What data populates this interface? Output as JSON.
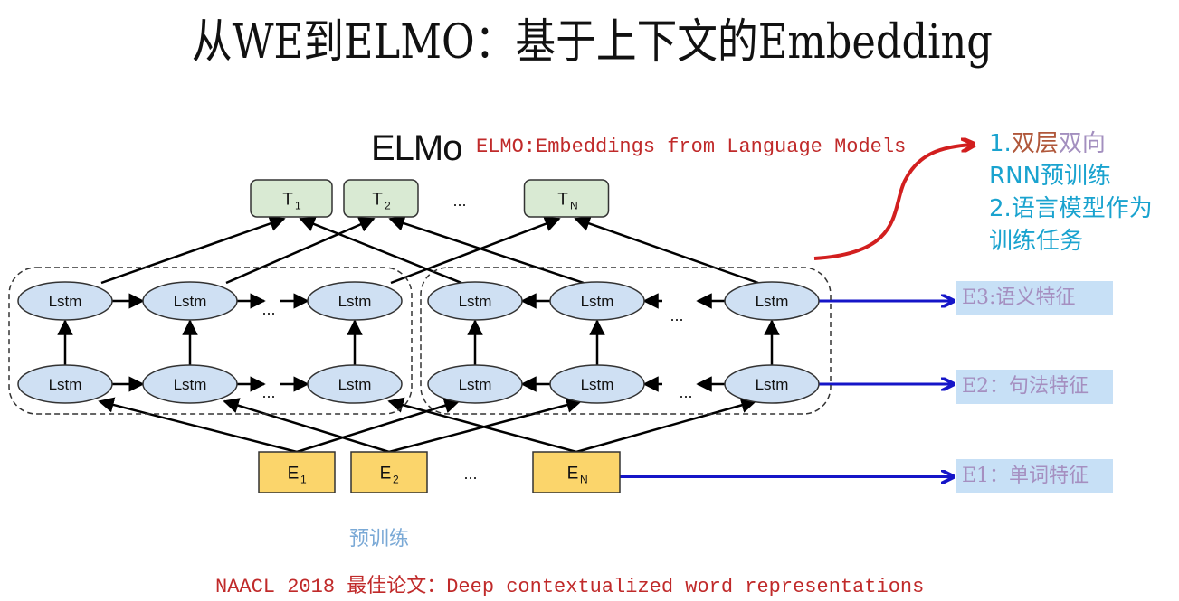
{
  "title": "从WE到ELMO：基于上下文的Embedding",
  "diagram": {
    "elmo_word": "ELMo",
    "elmo_subtitle": "ELMO:Embeddings from Language Models",
    "node_label": "Lstm",
    "ellipsis": "...",
    "colors": {
      "lstm_fill": "#cfe0f3",
      "t_fill": "#d9ead3",
      "e_fill": "#fbd56b",
      "arrow": "#000000",
      "red_arrow": "#d21f1f",
      "blue_arrow": "#1515c8"
    },
    "outputs": [
      {
        "base": "T",
        "sub": "1"
      },
      {
        "base": "T",
        "sub": "2"
      },
      {
        "base": "T",
        "sub": "N"
      }
    ],
    "inputs": [
      {
        "base": "E",
        "sub": "1"
      },
      {
        "base": "E",
        "sub": "2"
      },
      {
        "base": "E",
        "sub": "N"
      }
    ],
    "forward_layers": 2,
    "backward_layers": 2
  },
  "notes": {
    "line1_num": "1.",
    "line1_a": "双层",
    "line1_b": "双向",
    "line2": "RNN预训练",
    "line3": "2.语言模型作为",
    "line4": "训练任务"
  },
  "features": [
    {
      "label": "E3:语义特征"
    },
    {
      "label": "E2：句法特征"
    },
    {
      "label": "E1：单词特征"
    }
  ],
  "pretrain_label": "预训练",
  "footer": "NAACL 2018 最佳论文：Deep contextualized word representations"
}
